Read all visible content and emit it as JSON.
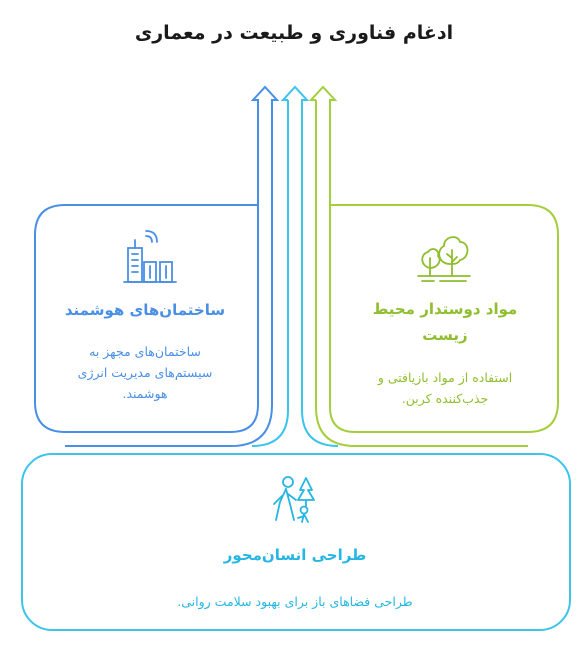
{
  "title": "ادغام فناوری و طبیعت در معماری",
  "colors": {
    "blue": "#4a8fe6",
    "green": "#a4cf3c",
    "cyan": "#3cc4ec",
    "text_dark": "#1a1a1a"
  },
  "cards": {
    "smart_buildings": {
      "title": "ساختمان‌های هوشمند",
      "description_lines": [
        "ساختمان‌های مجهز به",
        "سیستم‌های مدیریت انرژی",
        ".هوشمند"
      ],
      "icon": "smart-building-icon"
    },
    "eco_materials": {
      "title_lines": [
        "مواد دوستدار محیط",
        "زیست"
      ],
      "description_lines": [
        "استفاده از مواد بازیافتی و",
        ".جذب‌کننده کربن"
      ],
      "icon": "trees-icon"
    },
    "human_centered": {
      "title": "طراحی انسان‌محور",
      "description": ".طراحی فضاهای باز برای بهبود سلامت روانی",
      "icon": "family-outdoors-icon"
    }
  }
}
